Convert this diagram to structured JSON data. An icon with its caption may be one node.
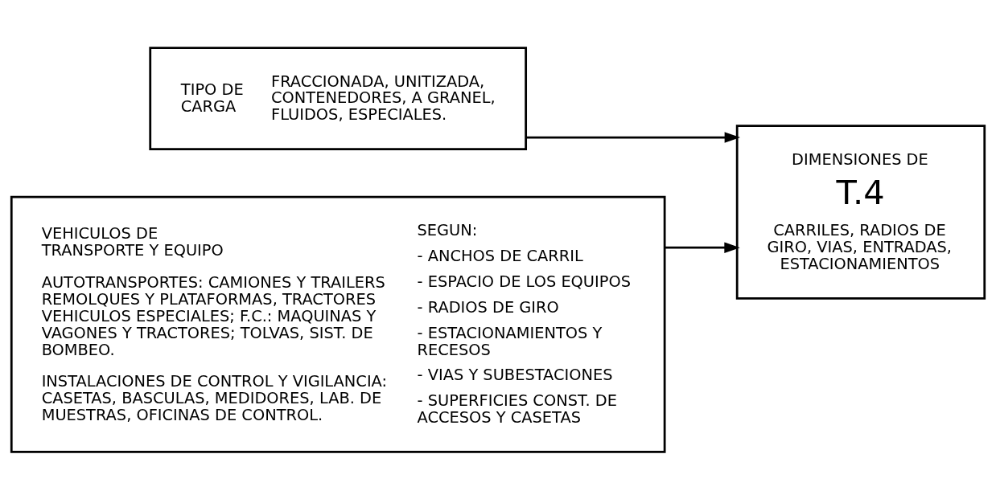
{
  "diagram": {
    "nodes": [
      {
        "text": [
          "TIPO DE CARGA",
          "FRACCIONADA, UNITIZADA, CONTENEDORES, A GRANEL, FLUIDOS, ESPECIALES."
        ]
      },
      {
        "text": [
          "VEHICULOS DE TRANSPORTE Y EQUIPO",
          "AUTOTRANSPORTES: CAMIONES Y TRAILERS REMOLQUES Y PLATAFORMAS, TRACTORES VEHICULOS ESPECIALES; F.C.: MAQUINAS Y VAGONES Y TRACTORES; TOLVAS, SIST. DE BOMBEO.",
          "INSTALACIONES DE CONTROL Y VIGILANCIA: CASETAS, BASCULAS, MEDIDORES, LAB. DE MUESTRAS, OFICINAS DE CONTROL.",
          "SEGUN:",
          "- ANCHOS DE CARRIL",
          "- ESPACIO DE LOS EQUIPOS",
          "- RADIOS DE GIRO",
          "- ESTACIONAMIENTOS Y RECESOS",
          "- VIAS Y SUBESTACIONES",
          "- SUPERFICIES CONST. DE ACCESOS Y CASETAS"
        ]
      },
      {
        "text": [
          "DIMENSIONES DE",
          "T.4",
          "CARRILES, RADIOS DE GIRO, VIAS, ENTRADAS, ESTACIONAMIENTOS"
        ]
      }
    ],
    "edges": [
      {
        "from": 0,
        "to": 2,
        "arrow": "to"
      },
      {
        "from": 1,
        "to": 2,
        "arrow": "to"
      }
    ]
  }
}
